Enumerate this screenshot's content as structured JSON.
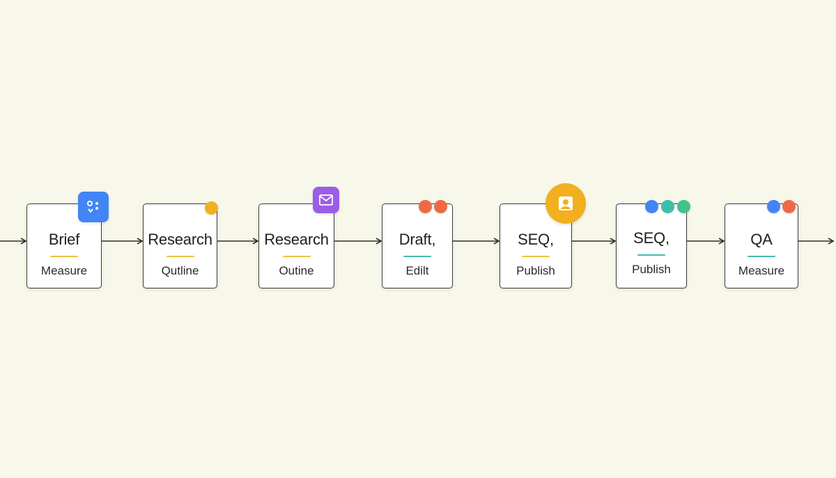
{
  "colors": {
    "background": "#f8f8ea",
    "line": "#2e2e2e",
    "blue": "#4285f4",
    "yellow": "#f2b01e",
    "purple": "#9b5de5",
    "orange": "#ee6a44",
    "teal": "#3bbfad",
    "green": "#42c18a",
    "rule_yellow": "#f0c040",
    "rule_teal": "#46b9b0"
  },
  "steps": [
    {
      "title": "Brief",
      "subtitle": "Measure",
      "rule_color": "#f0c040",
      "badge": {
        "kind": "square",
        "color": "#4285f4",
        "icon": "dots-network-icon"
      }
    },
    {
      "title": "Research",
      "subtitle": "Qutline",
      "rule_color": "#f0c040",
      "badge": {
        "kind": "dots",
        "colors": [
          "#f2b01e"
        ]
      }
    },
    {
      "title": "Research",
      "subtitle": "Outine",
      "rule_color": "#f0c040",
      "badge": {
        "kind": "square",
        "color": "#9b5de5",
        "icon": "mail-icon"
      }
    },
    {
      "title": "Draft,",
      "subtitle": "Edilt",
      "rule_color": "#46b9b0",
      "badge": {
        "kind": "dots",
        "colors": [
          "#ee6a44",
          "#ee6a44"
        ]
      }
    },
    {
      "title": "SEQ,",
      "subtitle": "Publish",
      "rule_color": "#f0c040",
      "badge": {
        "kind": "circle",
        "color": "#f2b01e",
        "icon": "user-icon"
      }
    },
    {
      "title": "SEQ,",
      "subtitle": "Publish",
      "rule_color": "#46b9b0",
      "badge": {
        "kind": "dots",
        "colors": [
          "#4285f4",
          "#3bbfad",
          "#42c18a"
        ]
      }
    },
    {
      "title": "QA",
      "subtitle": "Measure",
      "rule_color": "#46b9b0",
      "badge": {
        "kind": "dots",
        "colors": [
          "#4285f4",
          "#ee6a44"
        ]
      }
    }
  ]
}
